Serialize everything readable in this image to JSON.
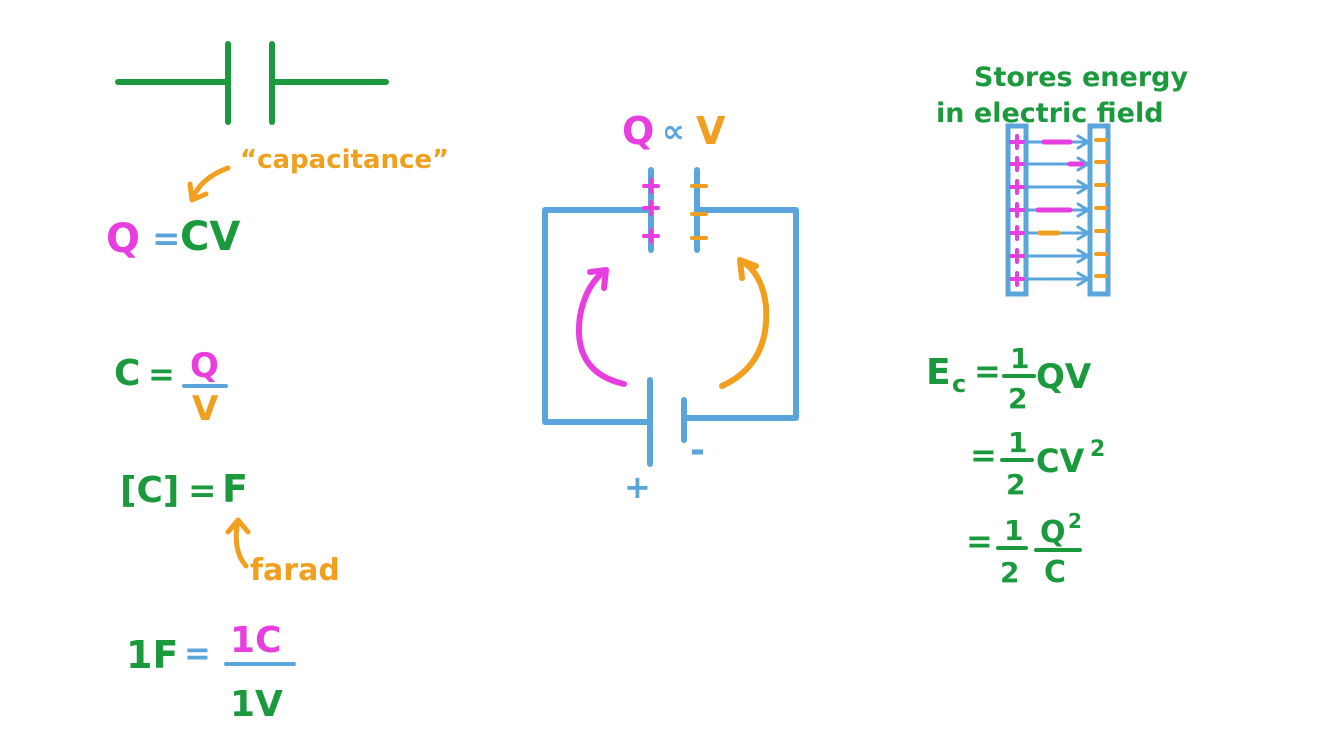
{
  "colors": {
    "green": "#1a9a3c",
    "magenta": "#e83ee0",
    "blue": "#5aa6dc",
    "orange": "#f0a01e",
    "background": "#ffffff"
  },
  "left_panel": {
    "capacitance_label": "“capacitance”",
    "eq1": {
      "q": "Q",
      "eq": "=",
      "cv": "CV"
    },
    "eq2": {
      "c": "C",
      "eq": "=",
      "num": "Q",
      "den": "V"
    },
    "eq3": {
      "lhs": "[C]",
      "eq": "=",
      "rhs": "F"
    },
    "farad_label": "farad",
    "eq4": {
      "lhs": "1F",
      "eq": "=",
      "num": "1C",
      "den": "1V"
    }
  },
  "center_panel": {
    "relation": {
      "q": "Q",
      "prop": "∝",
      "v": "V"
    },
    "plus_sign": "+",
    "minus_sign": "-"
  },
  "right_panel": {
    "title_line1": "Stores energy",
    "title_line2": "in electric field",
    "energy": {
      "lhs": "E",
      "lhs_sub": "c",
      "eq": "=",
      "half_num": "1",
      "half_den": "2",
      "line1_rest": "QV",
      "line2_rest": "CV",
      "line2_power": "2",
      "line3_num": "Q",
      "line3_power": "2",
      "line3_den": "C"
    }
  }
}
